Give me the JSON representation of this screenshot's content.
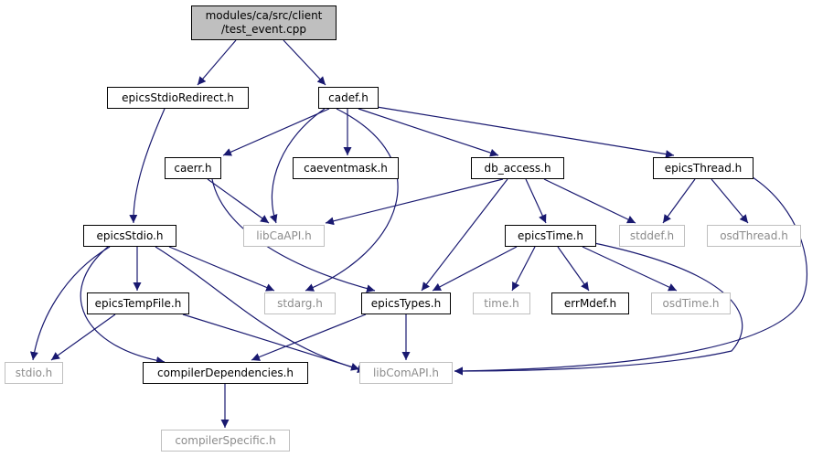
{
  "colors": {
    "edge": "#191970",
    "root_fill": "#bfbfbf",
    "documented_border": "#000000",
    "external_border": "#bfbfbf",
    "external_text": "#8c8c8c"
  },
  "nodes": {
    "root": {
      "line1": "modules/ca/src/client",
      "line2": "/test_event.cpp"
    },
    "epicsStdioRedirect": "epicsStdioRedirect.h",
    "cadef": "cadef.h",
    "caerr": "caerr.h",
    "caeventmask": "caeventmask.h",
    "db_access": "db_access.h",
    "epicsThread": "epicsThread.h",
    "epicsStdio": "epicsStdio.h",
    "libCaAPI": "libCaAPI.h",
    "stddef": "stddef.h",
    "osdThread": "osdThread.h",
    "epicsTime": "epicsTime.h",
    "epicsTempFile": "epicsTempFile.h",
    "stdarg": "stdarg.h",
    "epicsTypes": "epicsTypes.h",
    "time": "time.h",
    "errMdef": "errMdef.h",
    "osdTime": "osdTime.h",
    "stdio": "stdio.h",
    "compilerDependencies": "compilerDependencies.h",
    "libComAPI": "libComAPI.h",
    "compilerSpecific": "compilerSpecific.h"
  }
}
